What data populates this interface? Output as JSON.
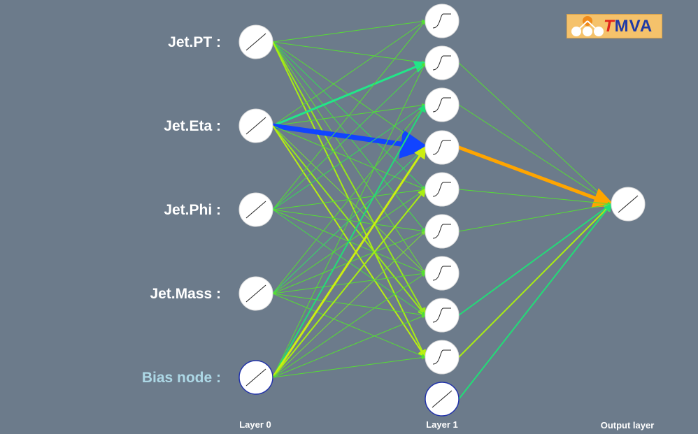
{
  "input_labels": [
    "Jet.PT :",
    "Jet.Eta :",
    "Jet.Phi :",
    "Jet.Mass :",
    "Bias node :"
  ],
  "layer_labels": {
    "layer0": "Layer 0",
    "layer1": "Layer 1",
    "output": "Output layer"
  },
  "logo": {
    "prefix": "T",
    "suffix": "MVA"
  },
  "network": {
    "layer0_nodes": 5,
    "layer1_nodes": 10,
    "output_nodes": 1,
    "layer0_activation": "linear",
    "layer1_activation": "sigmoid",
    "output_activation": "linear"
  },
  "colors": {
    "background": "#6c7b8b",
    "bias_label": "#add8e6",
    "strong_negative": "#0040ff",
    "strong_positive": "#ffa500"
  },
  "weights_l0_l1": [
    [
      0,
      0,
      "#55dd33",
      1
    ],
    [
      0,
      1,
      "#55dd33",
      1
    ],
    [
      0,
      3,
      "#55dd33",
      1
    ],
    [
      0,
      4,
      "#33dd55",
      1
    ],
    [
      0,
      5,
      "#44dd44",
      1
    ],
    [
      0,
      6,
      "#66dd33",
      1
    ],
    [
      0,
      7,
      "#99e61a",
      2
    ],
    [
      0,
      8,
      "#aaee11",
      2
    ],
    [
      1,
      0,
      "#55dd33",
      1
    ],
    [
      1,
      1,
      "#22e688",
      3
    ],
    [
      1,
      2,
      "#55dd33",
      1
    ],
    [
      1,
      3,
      "#1144ff",
      7
    ],
    [
      1,
      4,
      "#55dd33",
      1
    ],
    [
      1,
      6,
      "#77dd33",
      1
    ],
    [
      1,
      7,
      "#99e61a",
      2
    ],
    [
      1,
      8,
      "#bbee11",
      2
    ],
    [
      2,
      0,
      "#55dd33",
      1
    ],
    [
      2,
      1,
      "#44dd44",
      1
    ],
    [
      2,
      2,
      "#33dd55",
      1
    ],
    [
      2,
      4,
      "#55dd33",
      1
    ],
    [
      2,
      5,
      "#55dd33",
      1
    ],
    [
      2,
      6,
      "#55dd33",
      1
    ],
    [
      2,
      7,
      "#44dd44",
      1
    ],
    [
      3,
      2,
      "#55dd33",
      1
    ],
    [
      3,
      3,
      "#33dd66",
      1
    ],
    [
      3,
      4,
      "#55dd33",
      1
    ],
    [
      3,
      5,
      "#55dd33",
      1
    ],
    [
      3,
      6,
      "#55dd33",
      1
    ],
    [
      3,
      7,
      "#55dd33",
      1
    ],
    [
      3,
      8,
      "#55dd33",
      1
    ],
    [
      4,
      1,
      "#55dd33",
      1
    ],
    [
      4,
      2,
      "#22dd77",
      2
    ],
    [
      4,
      3,
      "#ccee11",
      3
    ],
    [
      4,
      4,
      "#aaee11",
      2
    ],
    [
      4,
      5,
      "#77dd33",
      1
    ],
    [
      4,
      6,
      "#55dd33",
      1
    ],
    [
      4,
      7,
      "#55dd33",
      1
    ],
    [
      4,
      8,
      "#55dd33",
      1
    ]
  ],
  "weights_l1_out": [
    [
      1,
      "#55dd33",
      1
    ],
    [
      2,
      "#55dd33",
      1
    ],
    [
      3,
      "#ffa500",
      5
    ],
    [
      4,
      "#55dd33",
      1
    ],
    [
      5,
      "#55dd33",
      1
    ],
    [
      7,
      "#22dd77",
      2
    ],
    [
      8,
      "#aaee11",
      2
    ],
    [
      9,
      "#22dd77",
      2
    ]
  ]
}
